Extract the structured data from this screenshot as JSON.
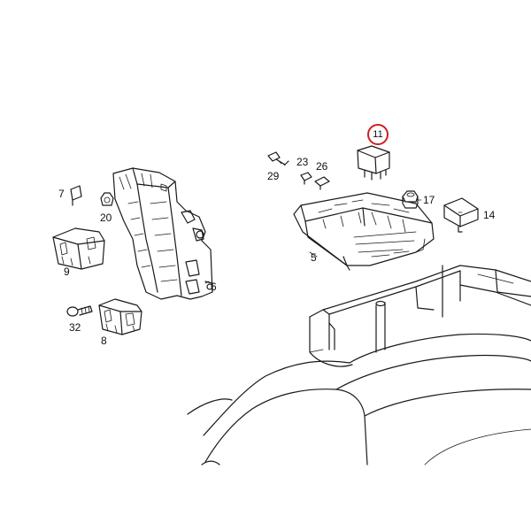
{
  "highlight_color": "#cc1f1f",
  "callouts": {
    "p5": "5",
    "p6": "6",
    "p7": "7",
    "p8": "8",
    "p9": "9",
    "p11": "11",
    "p14": "14",
    "p17": "17",
    "p20": "20",
    "p23": "23",
    "p26": "26",
    "p29": "29",
    "p32": "32"
  },
  "highlighted_part": "11",
  "icons": [
    "relay-icon",
    "fuse-box-icon",
    "screw-icon",
    "nut-icon",
    "fuse-icon",
    "connector-icon"
  ]
}
